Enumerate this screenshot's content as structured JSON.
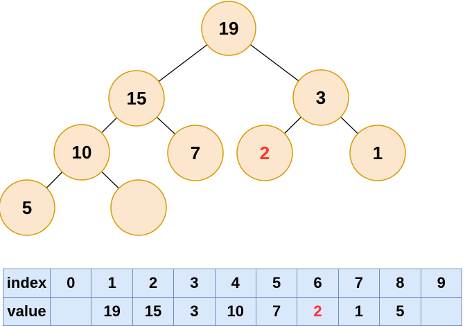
{
  "colors": {
    "node_fill": "#FCE6CD",
    "node_stroke": "#D79B00",
    "edge": "#000000",
    "table_fill": "#DAE8FC",
    "table_border": "#6C8EBF",
    "text": "#000000",
    "highlight": "#FF3333",
    "bg": "#FFFFFF"
  },
  "tree": {
    "description": "binary max-heap diagram",
    "nodes": [
      {
        "value": "19"
      },
      {
        "value": "15"
      },
      {
        "value": "3"
      },
      {
        "value": "10"
      },
      {
        "value": "7"
      },
      {
        "value": "2",
        "highlighted": true
      },
      {
        "value": "1"
      },
      {
        "value": "5"
      },
      {
        "value": ""
      }
    ]
  },
  "table": {
    "row_headers": [
      "index",
      "value"
    ],
    "index_row": [
      "0",
      "1",
      "2",
      "3",
      "4",
      "5",
      "6",
      "7",
      "8",
      "9"
    ],
    "value_row": [
      "",
      "19",
      "15",
      "3",
      "10",
      "7",
      "2",
      "1",
      "5",
      ""
    ],
    "highlighted_value_index": 6
  }
}
